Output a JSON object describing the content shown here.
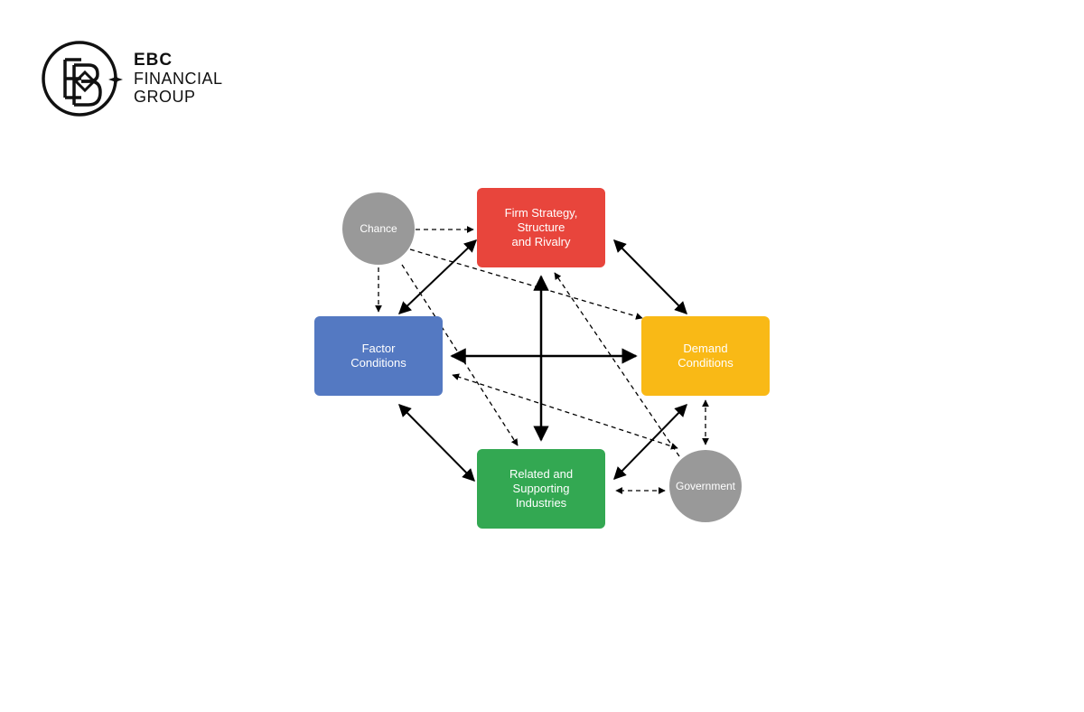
{
  "logo": {
    "line1": "EBC",
    "line2": "FINANCIAL",
    "line3": "GROUP",
    "icon": "ebc-monogram-icon"
  },
  "diagram": {
    "nodes": {
      "firm": {
        "label": "Firm Strategy,\nStructure\nand Rivalry",
        "color": "#e8453c"
      },
      "factor": {
        "label": "Factor\nConditions",
        "color": "#5479c2"
      },
      "demand": {
        "label": "Demand\nConditions",
        "color": "#f9b916"
      },
      "related": {
        "label": "Related and\nSupporting\nIndustries",
        "color": "#33a852"
      },
      "chance": {
        "label": "Chance",
        "color": "#999999"
      },
      "gov": {
        "label": "Government",
        "color": "#999999"
      }
    },
    "arrow_color": "#000000"
  }
}
